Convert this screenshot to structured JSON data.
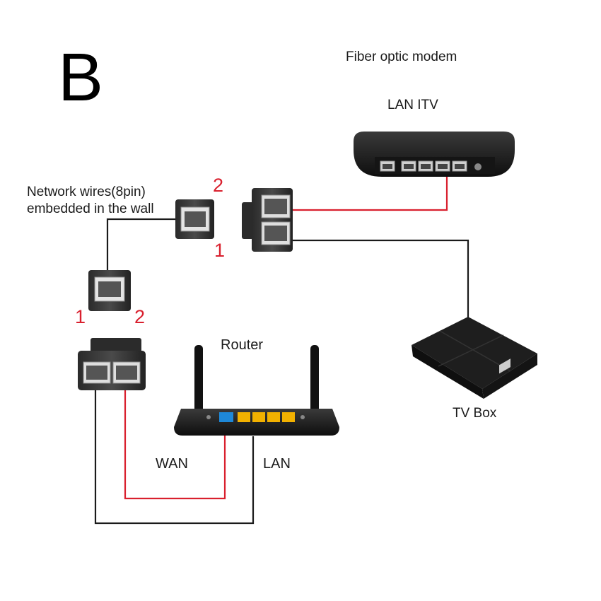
{
  "diagram": {
    "letter": "B",
    "labels": {
      "fiber_modem": "Fiber optic modem",
      "lan_itv": "LAN ITV",
      "wall_wires_line1": "Network wires(8pin)",
      "wall_wires_line2": "embedded in the wall",
      "router": "Router",
      "wan": "WAN",
      "lan": "LAN",
      "tv_box": "TV Box"
    },
    "port_numbers": {
      "top_two": "2",
      "top_one": "1",
      "mid_one": "1",
      "mid_two": "2"
    },
    "colors": {
      "red_cable": "#d9202e",
      "black_cable": "#1a1a1a",
      "device_body": "#1c1c1c",
      "router_wan_port": "#1e88d8",
      "router_lan_port": "#f2b100"
    }
  }
}
